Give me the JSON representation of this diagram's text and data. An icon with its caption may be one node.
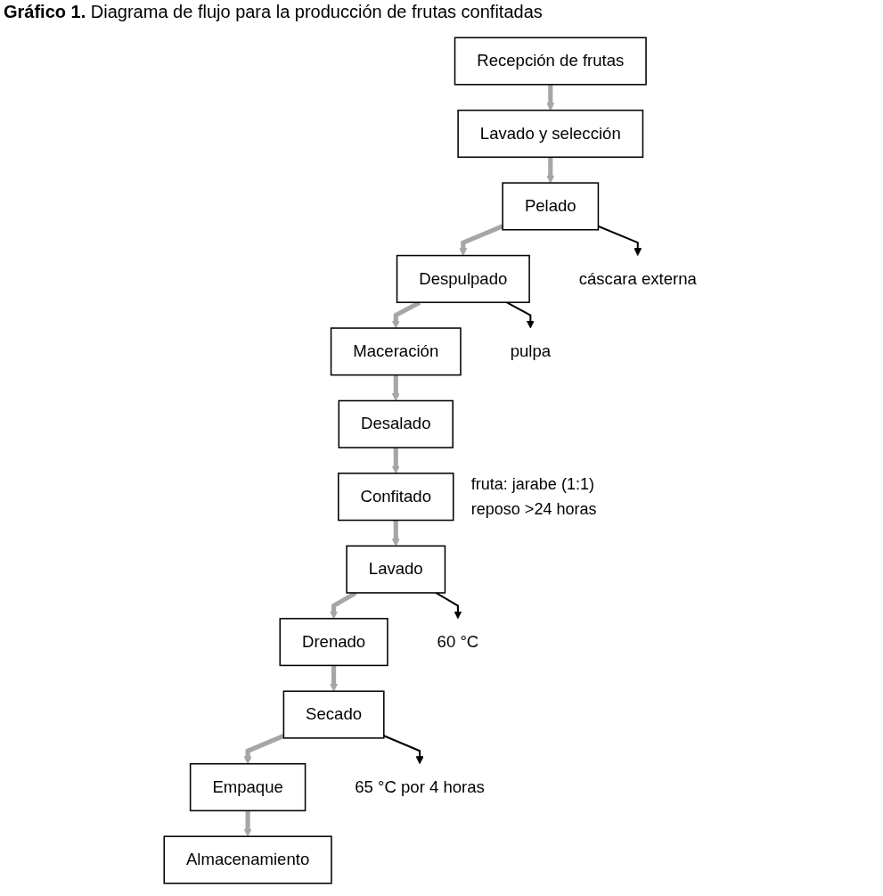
{
  "diagram": {
    "title": "**Gráfico 1.** Diagrama de flujo para la producción de frutas confitadas",
    "nodes": [
      {
        "text": [
          "Recepción de frutas"
        ]
      },
      {
        "text": [
          "Lavado y selección"
        ]
      },
      {
        "text": [
          "Pelado"
        ]
      },
      {
        "text": [
          "cáscara externa"
        ]
      },
      {
        "text": [
          "Despulpado"
        ]
      },
      {
        "text": [
          "pulpa"
        ]
      },
      {
        "text": [
          "Maceración"
        ]
      },
      {
        "text": [
          "Desalado"
        ]
      },
      {
        "text": [
          "Confitado"
        ],
        "beside": [
          "fruta: jarabe (1:1)",
          "reposo >24 horas"
        ]
      },
      {
        "text": [
          "Lavado"
        ]
      },
      {
        "text": [
          "60 °C"
        ]
      },
      {
        "text": [
          "Drenado"
        ]
      },
      {
        "text": [
          "Secado"
        ]
      },
      {
        "text": [
          "65 °C por 4 horas"
        ]
      },
      {
        "text": [
          "Empaque"
        ]
      },
      {
        "text": [
          "Almacenamiento"
        ]
      }
    ],
    "edges": [
      {
        "from": 0,
        "to": 1,
        "arrow": "to"
      },
      {
        "from": 1,
        "to": 2,
        "arrow": "to"
      },
      {
        "from": 2,
        "to": 3,
        "arrow": "to",
        "color": "#000000"
      },
      {
        "from": 2,
        "to": 4,
        "arrow": "to"
      },
      {
        "from": 4,
        "to": 5,
        "arrow": "to",
        "color": "#000000"
      },
      {
        "from": 4,
        "to": 6,
        "arrow": "to"
      },
      {
        "from": 6,
        "to": 7,
        "arrow": "to"
      },
      {
        "from": 7,
        "to": 8,
        "arrow": "to"
      },
      {
        "from": 8,
        "to": 9,
        "arrow": "to"
      },
      {
        "from": 9,
        "to": 10,
        "arrow": "to",
        "color": "#000000"
      },
      {
        "from": 9,
        "to": 11,
        "arrow": "to"
      },
      {
        "from": 11,
        "to": 12,
        "arrow": "to"
      },
      {
        "from": 12,
        "to": 13,
        "arrow": "to",
        "color": "#000000"
      },
      {
        "from": 12,
        "to": 14,
        "arrow": "to"
      },
      {
        "from": 14,
        "to": 15,
        "arrow": "to"
      }
    ]
  }
}
